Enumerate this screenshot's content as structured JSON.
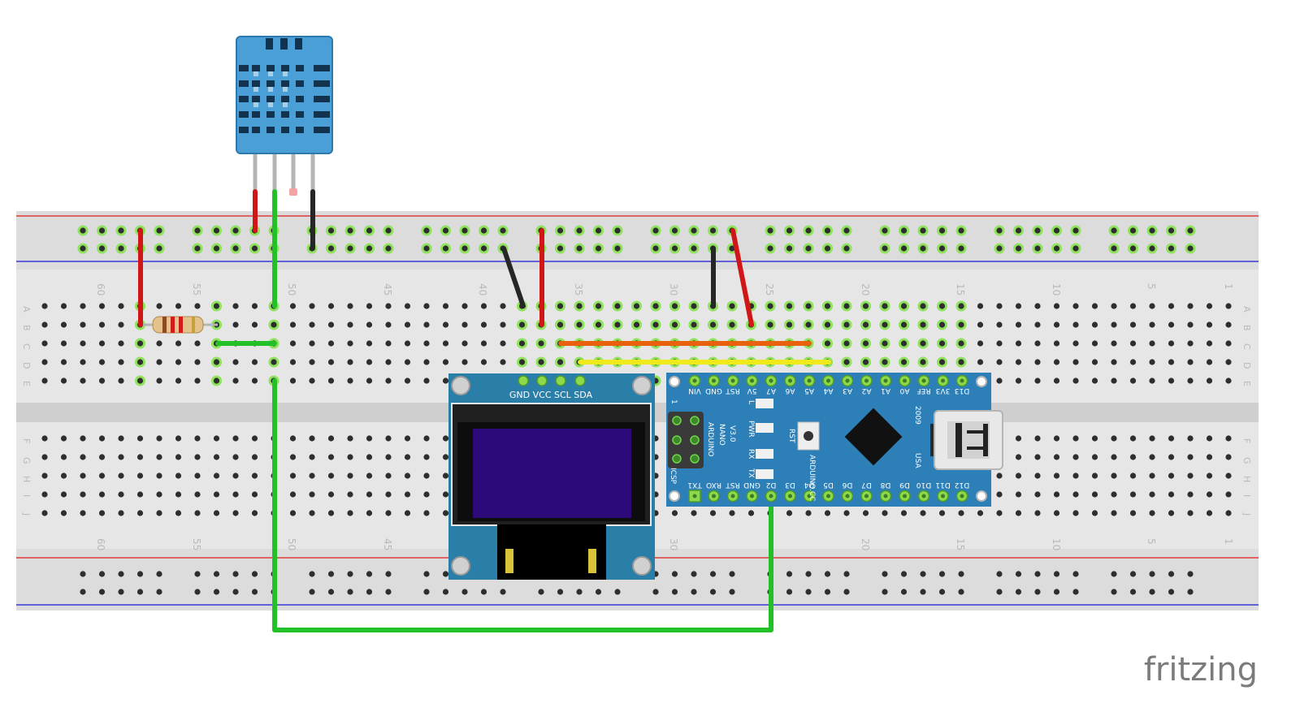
{
  "brand": {
    "logo_text": "fritzing"
  },
  "breadboard": {
    "column_labels": [
      "60",
      "55",
      "50",
      "45",
      "40",
      "35",
      "30",
      "25",
      "20",
      "15",
      "10",
      "5",
      "1"
    ],
    "row_labels_top": [
      "A",
      "B",
      "C",
      "D",
      "E"
    ],
    "row_labels_bottom": [
      "F",
      "G",
      "H",
      "I",
      "J"
    ]
  },
  "oled": {
    "pin_labels": "GND VCC SCL SDA",
    "screen_color": "#2d0a7a",
    "board_color": "#2a7fa8"
  },
  "nano": {
    "board_color": "#2d7fb8",
    "name_lines": [
      "ARDUINO",
      "NANO",
      "V3.0"
    ],
    "site": "ARDUINO.CC",
    "year": "2009",
    "country": "USA",
    "icsp": "ICSP",
    "icsp_pin1": "1",
    "rst_button": "RST",
    "led_labels": [
      "L",
      "PWR",
      "RX",
      "TX"
    ],
    "top_pins": [
      "VIN",
      "GND",
      "RST",
      "5V",
      "A7",
      "A6",
      "A5",
      "A4",
      "A3",
      "A2",
      "A1",
      "A0",
      "REF",
      "3V3",
      "D13"
    ],
    "bottom_pins": [
      "TX1",
      "RXO",
      "RST",
      "GND",
      "D2",
      "D3",
      "D4",
      "D5",
      "D6",
      "D7",
      "D8",
      "D9",
      "D10",
      "D11",
      "D12"
    ]
  },
  "wire_colors": {
    "red": "#d01616",
    "black": "#262626",
    "green": "#22c127",
    "orange": "#e8620e",
    "yellow": "#f0ea1c"
  }
}
